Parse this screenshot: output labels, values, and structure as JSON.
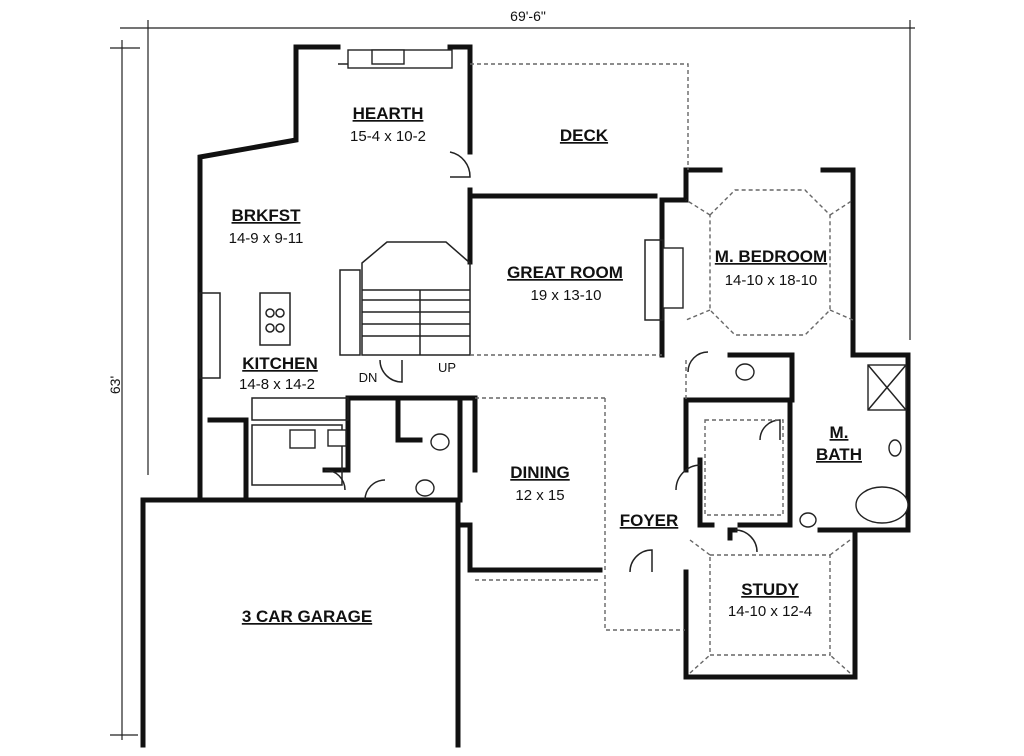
{
  "dimensions": {
    "width": "69'-6\"",
    "depth": "63'"
  },
  "rooms": {
    "hearth": {
      "name": "HEARTH",
      "size": "15-4 x 10-2"
    },
    "deck": {
      "name": "DECK"
    },
    "brkfst": {
      "name": "BRKFST",
      "size": "14-9 x 9-11"
    },
    "great_room": {
      "name": "GREAT ROOM",
      "size": "19 x 13-10"
    },
    "m_bedroom": {
      "name": "M. BEDROOM",
      "size": "14-10 x 18-10"
    },
    "kitchen": {
      "name": "KITCHEN",
      "size": "14-8 x 14-2"
    },
    "m_bath": {
      "name_line1": "M.",
      "name_line2": "BATH"
    },
    "dining": {
      "name": "DINING",
      "size": "12 x 15"
    },
    "foyer": {
      "name": "FOYER"
    },
    "study": {
      "name": "STUDY",
      "size": "14-10 x 12-4"
    },
    "garage": {
      "name": "3 CAR GARAGE"
    }
  },
  "stairs": {
    "down": "DN",
    "up": "UP"
  }
}
